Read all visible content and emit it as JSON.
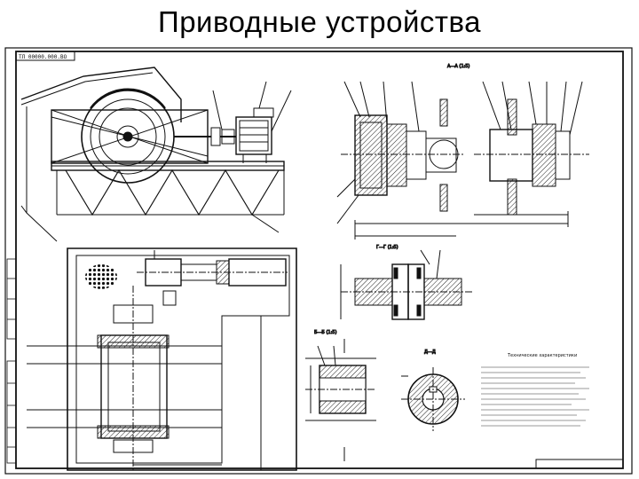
{
  "slide": {
    "title": "Приводные устройства"
  },
  "drawing": {
    "stamp_code": "ТЛ 00000.000.ВО",
    "section_a": "А—А (1:5)",
    "section_b": "Г—Г (1:5)",
    "section_c": "Б—Б (1:5)",
    "section_d": "Д—Д",
    "tech_req_title": "Технические характеристики",
    "colors": {
      "ink": "#111111",
      "paper": "#ffffff",
      "hatch": "#222222"
    }
  }
}
